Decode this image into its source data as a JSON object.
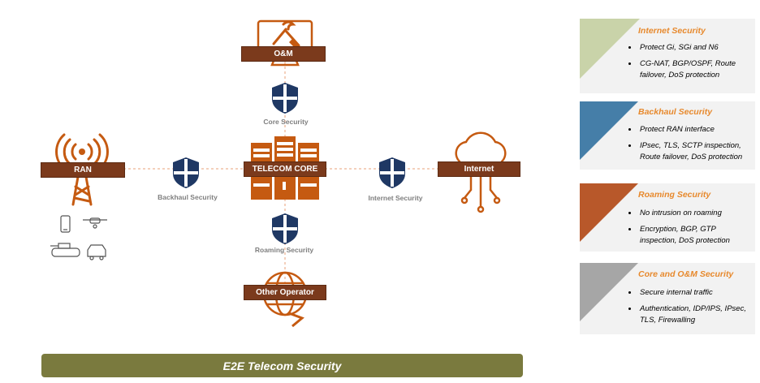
{
  "diagram": {
    "nodes": {
      "om": "O&M",
      "ran": "RAN",
      "core": "TELECOM CORE",
      "internet": "Internet",
      "other_operator": "Other Operator"
    },
    "security_labels": {
      "core": "Core Security",
      "backhaul": "Backhaul Security",
      "internet": "Internet Security",
      "roaming": "Roaming Security"
    }
  },
  "panels": [
    {
      "title": "Internet Security",
      "color": "#c9d3a9",
      "bullets": [
        "Protect Gi, SGi and N6",
        "CG-NAT, BGP/OSPF, Route failover, DoS protection"
      ]
    },
    {
      "title": "Backhaul Security",
      "color": "#457ea8",
      "bullets": [
        "Protect RAN interface",
        "IPsec, TLS, SCTP inspection, Route failover, DoS protection"
      ]
    },
    {
      "title": "Roaming Security",
      "color": "#b8582a",
      "bullets": [
        "No intrusion on roaming",
        "Encryption, BGP, GTP inspection, DoS protection"
      ]
    },
    {
      "title": "Core and O&M Security",
      "color": "#a6a6a6",
      "bullets": [
        "Secure internal traffic",
        "Authentication, IDP/IPS, IPsec, TLS, Firewalling"
      ]
    }
  ],
  "footer": {
    "title": "E2E Telecom Security"
  },
  "colors": {
    "node_bar": "#7b3a1c",
    "icon_orange": "#c55a11",
    "shield_navy": "#1f3864",
    "footer": "#7a7a3e",
    "panel_title": "#e7892d"
  }
}
